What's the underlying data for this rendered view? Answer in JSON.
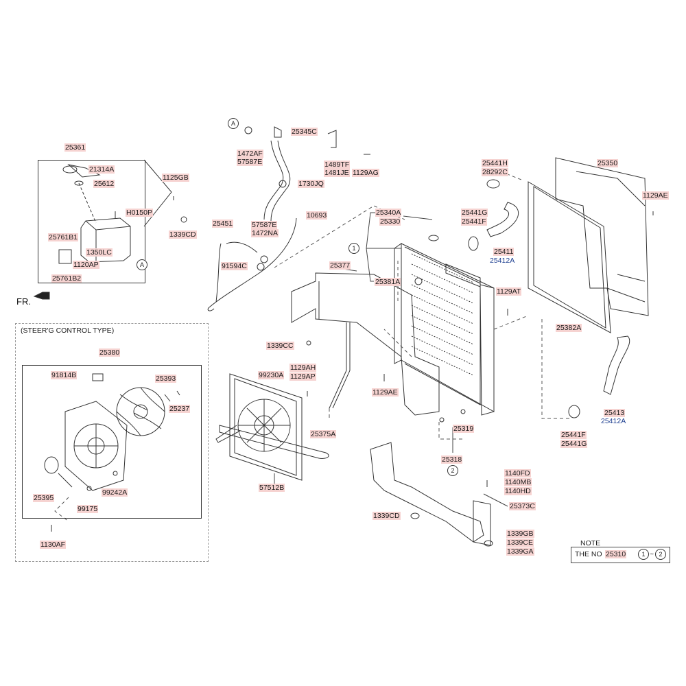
{
  "direction_label": "FR.",
  "section_title": "(STEER'G CONTROL TYPE)",
  "note": {
    "heading": "NOTE",
    "text": "THE NO",
    "part_no": "25310",
    "range_from": "1",
    "range_sep": "~",
    "range_to": "2"
  },
  "markers": {
    "a_top": "A",
    "a_tank": "A",
    "ref_1": "1",
    "ref_2": "2"
  },
  "parts": {
    "p25345C": "25345C",
    "p1472AF": "1472AF",
    "p57587E_a": "57587E",
    "p1489TF": "1489TF",
    "p1481JE": "1481JE",
    "p1129AG": "1129AG",
    "p1730JQ": "1730JQ",
    "p10693": "10693",
    "p25451": "25451",
    "p57587E_b": "57587E",
    "p1472NA": "1472NA",
    "p91594C": "91594C",
    "p25361": "25361",
    "p21314A": "21314A",
    "p25612": "25612",
    "p1125GB": "1125GB",
    "pH0150P": "H0150P",
    "p1339CD_a": "1339CD",
    "p25761B1": "25761B1",
    "p1350LC": "1350LC",
    "p1120AP": "1120AP",
    "p25761B2": "25761B2",
    "p25340A": "25340A",
    "p25330": "25330",
    "p25441H": "25441H",
    "p28292C": "28292C",
    "p25350": "25350",
    "p1129AE_a": "1129AE",
    "p25441G_a": "25441G",
    "p25441F_a": "25441F",
    "p25411": "25411",
    "p25412A_a": "25412A",
    "p25377": "25377",
    "p25381A": "25381A",
    "p1129AT": "1129AT",
    "p25382A": "25382A",
    "p1339CC": "1339CC",
    "p25380": "25380",
    "p91814B": "91814B",
    "p25393": "25393",
    "p25237": "25237",
    "p99230A": "99230A",
    "p1129AH": "1129AH",
    "p1129AP": "1129AP",
    "p1129AE_b": "1129AE",
    "p25395": "25395",
    "p99242A": "99242A",
    "p99175": "99175",
    "p1130AF": "1130AF",
    "p25375A": "25375A",
    "p25319": "25319",
    "p25318": "25318",
    "p25413": "25413",
    "p25412A_b": "25412A",
    "p25441F_b": "25441F",
    "p25441G_b": "25441G",
    "p57512B": "57512B",
    "p1140FD": "1140FD",
    "p1140MB": "1140MB",
    "p1140HD": "1140HD",
    "p25373C": "25373C",
    "p1339CD_b": "1339CD",
    "p1339GB": "1339GB",
    "p1339CE": "1339CE",
    "p1339GA": "1339GA"
  }
}
